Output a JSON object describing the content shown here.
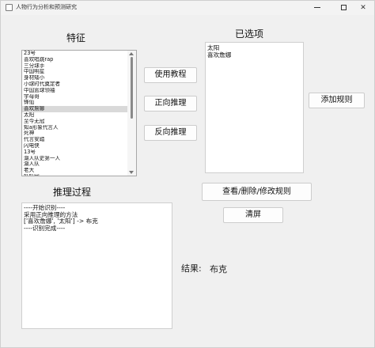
{
  "window": {
    "title": "人物行为分析和预测研究",
    "minimize_icon": "minimize-icon",
    "maximize_icon": "maximize-icon",
    "close_icon": "close-icon",
    "close_glyph": "✕"
  },
  "features": {
    "title": "特征",
    "items": [
      "23号",
      "喜欢唱跳rap",
      "三分球手",
      "中国明星",
      "身材矮小",
      "小球时代奠定者",
      "中国篮球领袖",
      "宇母哥",
      "锋仙",
      "喜欢詹娜",
      "太阳",
      "至今无冠",
      "知a形象代言人",
      "死神",
      "代言安踏",
      "闪电侠",
      "13号",
      "湖人队史第一人",
      "湖人队",
      "老大",
      "妖妖网"
    ],
    "selected_index": 9
  },
  "selected": {
    "title": "已选项",
    "items": [
      "太阳",
      "喜欢詹娜"
    ]
  },
  "buttons": {
    "tutorial": "使用教程",
    "forward": "正向推理",
    "backward": "反向推理",
    "add_rule": "添加规则",
    "view_rules": "查看/删除/修改规则",
    "clear": "清屏"
  },
  "process": {
    "title": "推理过程",
    "lines": [
      "----开始识别----",
      "采用正向推理的方法",
      "['喜欢詹娜', '太阳'] -> 布克",
      "----识别完成----"
    ]
  },
  "result": {
    "label": "结果:",
    "value": "布克"
  }
}
